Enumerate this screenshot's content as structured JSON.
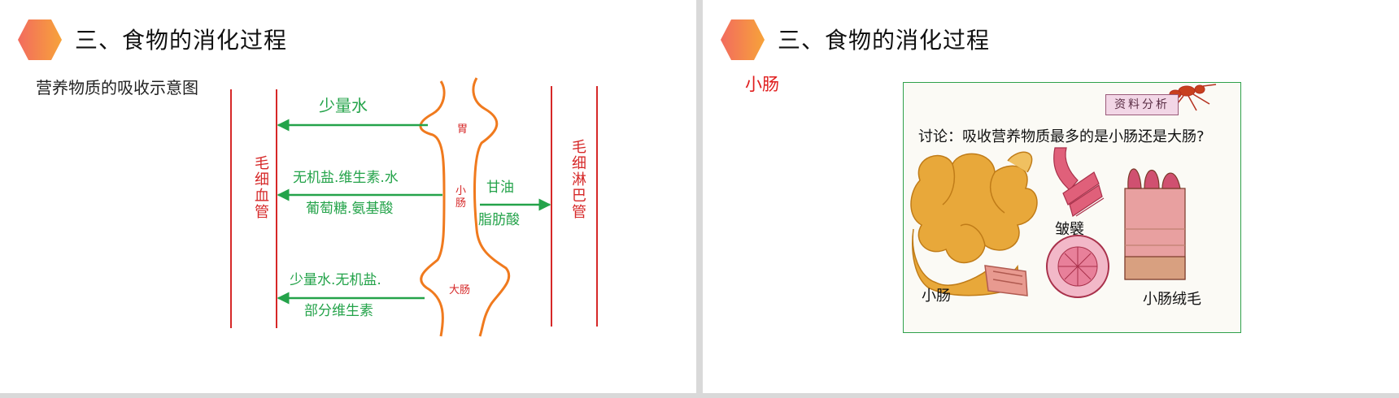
{
  "slides": [
    {
      "title": "三、食物的消化过程",
      "subtitle": "营养物质的吸收示意图",
      "diagram": {
        "capillary_label": "毛细血管",
        "lymph_label": "毛细淋巴管",
        "stomach_label": "胃",
        "small_intestine_label": "小肠",
        "large_intestine_label": "大肠",
        "stomach_absorbs": "少量水",
        "small_intestine_absorbs_line1": "无机盐.维生素.水",
        "small_intestine_absorbs_line2": "葡萄糖.氨基酸",
        "lymph_absorbs_line1": "甘油",
        "lymph_absorbs_line2": "脂肪酸",
        "large_intestine_absorbs_line1": "少量水.无机盐.",
        "large_intestine_absorbs_line2": "部分维生素"
      }
    },
    {
      "title": "三、食物的消化过程",
      "section_label": "小肠",
      "picture": {
        "badge": "资料分析",
        "discussion": "讨论：吸收营养物质最多的是小肠还是大肠?",
        "label_small_intestine": "小肠",
        "label_folds": "皱襞",
        "label_villi": "小肠绒毛"
      }
    }
  ],
  "colors": {
    "accent_orange": "#f47b20",
    "accent_pink": "#ef4f6b",
    "arrow_green": "#24a34a",
    "vessel_red": "#d62828",
    "organ_outline": "#f07a1e"
  }
}
